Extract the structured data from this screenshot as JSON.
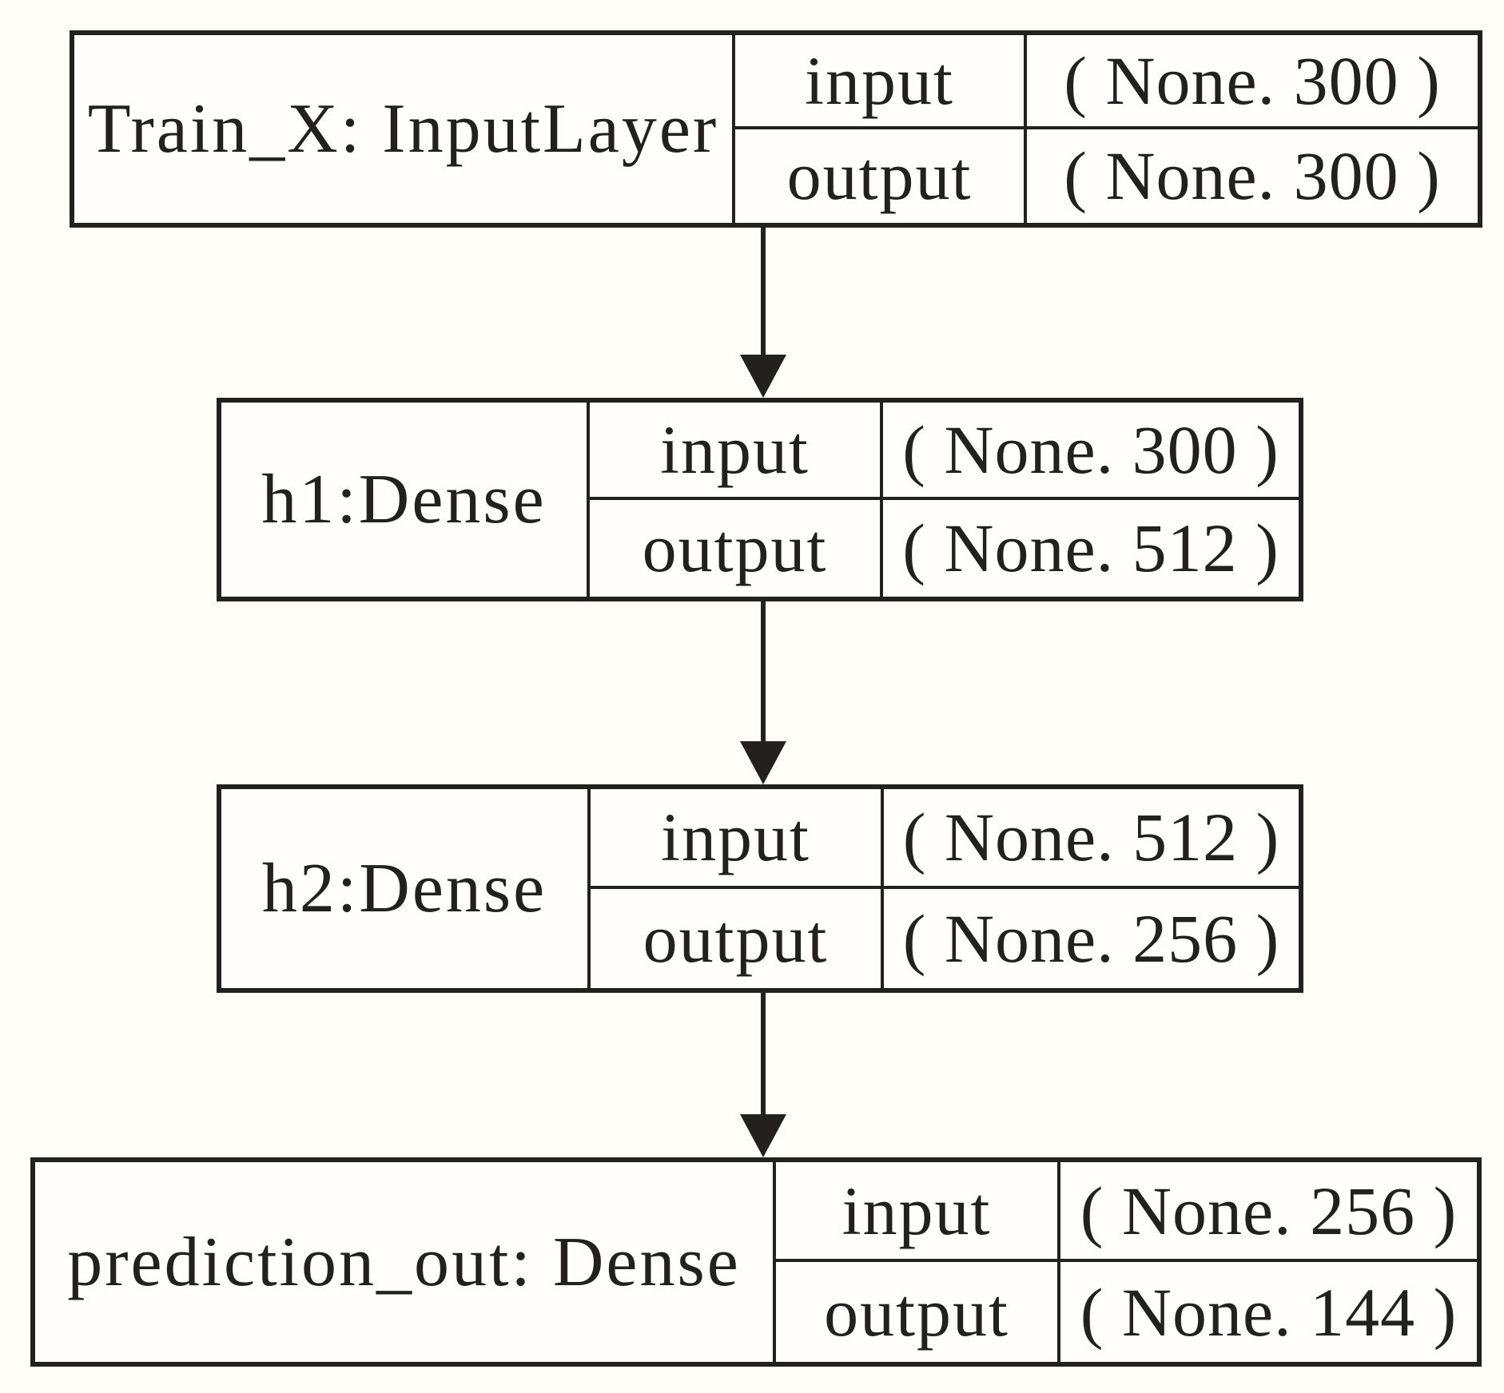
{
  "diagram": {
    "kind": "neural-network-layer-diagram",
    "background_color": "#fffdf8",
    "line_color": "#23201e",
    "nodes": [
      {
        "title": "Train_X: InputLayer",
        "io": [
          {
            "label": "input",
            "shape": "( None. 300 )"
          },
          {
            "label": "output",
            "shape": "( None. 300 )"
          }
        ]
      },
      {
        "title": "h1:Dense",
        "io": [
          {
            "label": "input",
            "shape": "( None. 300 )"
          },
          {
            "label": "output",
            "shape": "( None. 512 )"
          }
        ]
      },
      {
        "title": "h2:Dense",
        "io": [
          {
            "label": "input",
            "shape": "( None. 512 )"
          },
          {
            "label": "output",
            "shape": "( None. 256 )"
          }
        ]
      },
      {
        "title": "prediction_out: Dense",
        "io": [
          {
            "label": "input",
            "shape": "( None. 256 )"
          },
          {
            "label": "output",
            "shape": "( None. 144 )"
          }
        ]
      }
    ]
  }
}
